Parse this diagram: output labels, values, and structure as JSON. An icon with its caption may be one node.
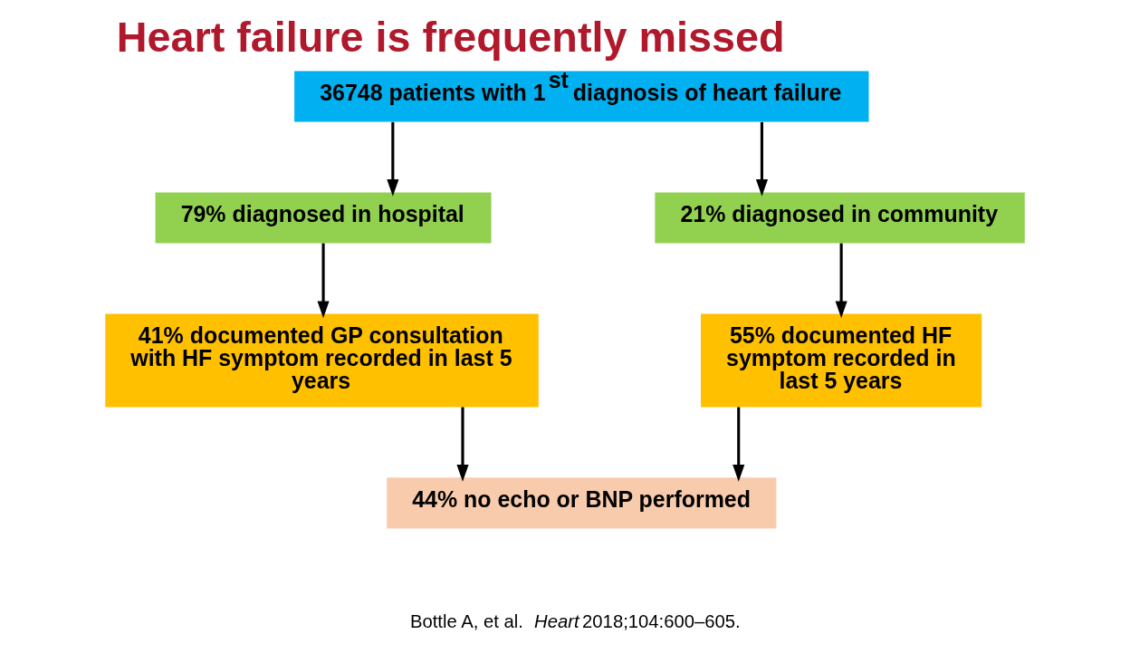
{
  "diagram": {
    "title": "Heart failure is frequently missed",
    "nodes": [
      {
        "text": [
          "36748 patients with 1$^{st}$ diagnosis of heart failure"
        ]
      },
      {
        "text": [
          "79% diagnosed in hospital"
        ]
      },
      {
        "text": [
          "21% diagnosed in community"
        ]
      },
      {
        "text": [
          "41% documented GP consultation with HF symptom recorded in last 5 years"
        ]
      },
      {
        "text": [
          "55% documented HF symptom recorded in last 5 years"
        ]
      },
      {
        "text": [
          "44% no echo or BNP performed"
        ]
      }
    ],
    "edges": [
      {
        "from": 0,
        "to": 1,
        "arrow": "to"
      },
      {
        "from": 0,
        "to": 2,
        "arrow": "to"
      },
      {
        "from": 1,
        "to": 3,
        "arrow": "to"
      },
      {
        "from": 2,
        "to": 4,
        "arrow": "to"
      },
      {
        "from": 3,
        "to": 5,
        "arrow": "to"
      },
      {
        "from": 4,
        "to": 5,
        "arrow": "to"
      }
    ],
    "labels": [
      "Bottle A, et al. *Heart* 2018;104:600–605."
    ]
  }
}
